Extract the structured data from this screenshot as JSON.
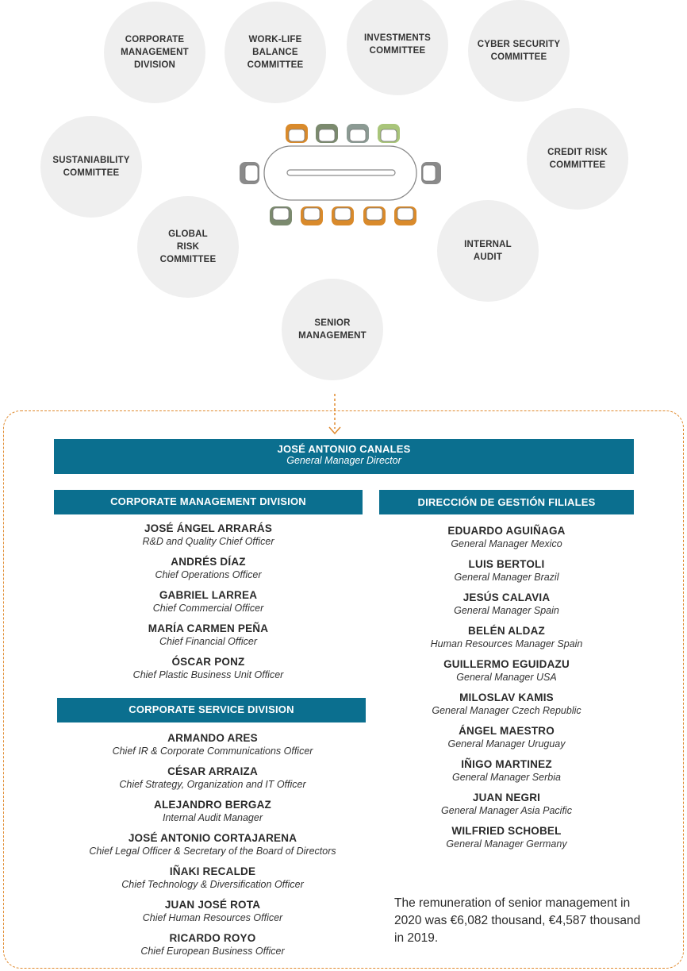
{
  "committees": [
    {
      "name": "corporate-management-division-circle",
      "label": "CORPORATE\nMANAGEMENT\nDIVISION"
    },
    {
      "name": "work-life-balance-committee-circle",
      "label": "WORK-LIFE\nBALANCE\nCOMMITTEE"
    },
    {
      "name": "investments-committee-circle",
      "label": "INVESTMENTS\nCOMMITTEE"
    },
    {
      "name": "cyber-security-committee-circle",
      "label": "CYBER SECURITY\nCOMMITTEE"
    },
    {
      "name": "sustainability-committee-circle",
      "label": "SUSTANIABILITY\nCOMMITTEE"
    },
    {
      "name": "credit-risk-committee-circle",
      "label": "CREDIT RISK\nCOMMITTEE"
    },
    {
      "name": "global-risk-committee-circle",
      "label": "GLOBAL\nRISK\nCOMMITTEE"
    },
    {
      "name": "internal-audit-circle",
      "label": "INTERNAL\nAUDIT"
    },
    {
      "name": "senior-management-circle",
      "label": "SENIOR\nMANAGEMENT"
    }
  ],
  "chair_colors": [
    "#d98a2b",
    "#7b8a6e",
    "#8b9a93",
    "#a9c57a",
    "#8a8a8a"
  ],
  "head": {
    "name": "JOSÉ ANTONIO CANALES",
    "role": "General Manager Director"
  },
  "corporate_management": {
    "title": "CORPORATE MANAGEMENT DIVISION",
    "people": [
      {
        "name": "JOSÉ ÁNGEL ARRARÁS",
        "role": "R&D and Quality Chief Officer"
      },
      {
        "name": "ANDRÉS DÍAZ",
        "role": "Chief Operations Officer"
      },
      {
        "name": "GABRIEL LARREA",
        "role": "Chief Commercial Officer"
      },
      {
        "name": "MARÍA CARMEN PEÑA",
        "role": "Chief Financial Officer"
      },
      {
        "name": "ÓSCAR PONZ",
        "role": "Chief Plastic Business Unit Officer"
      }
    ]
  },
  "corporate_service": {
    "title": "CORPORATE SERVICE DIVISION",
    "people": [
      {
        "name": "ARMANDO ARES",
        "role": "Chief IR & Corporate Communications Officer"
      },
      {
        "name": "CÉSAR ARRAIZA",
        "role": "Chief Strategy, Organization and IT Officer"
      },
      {
        "name": "ALEJANDRO BERGAZ",
        "role": "Internal Audit Manager"
      },
      {
        "name": "JOSÉ ANTONIO CORTAJARENA",
        "role": "Chief Legal Officer & Secretary of the Board of Directors"
      },
      {
        "name": "IÑAKI RECALDE",
        "role": "Chief Technology & Diversification Officer"
      },
      {
        "name": "JUAN JOSÉ ROTA",
        "role": "Chief Human Resources Officer"
      },
      {
        "name": "RICARDO ROYO",
        "role": "Chief European Business Officer"
      }
    ]
  },
  "subsidiaries": {
    "title": "DIRECCIÓN DE GESTIÓN FILIALES",
    "people": [
      {
        "name": "EDUARDO AGUIÑAGA",
        "role": "General Manager Mexico"
      },
      {
        "name": "LUIS BERTOLI",
        "role": "General Manager Brazil"
      },
      {
        "name": "JESÚS CALAVIA",
        "role": "General Manager Spain"
      },
      {
        "name": "BELÉN ALDAZ",
        "role": "Human Resources Manager Spain"
      },
      {
        "name": "GUILLERMO EGUIDAZU",
        "role": "General Manager USA"
      },
      {
        "name": "MILOSLAV KAMIS",
        "role": "General Manager Czech Republic"
      },
      {
        "name": "ÁNGEL MAESTRO",
        "role": "General Manager Uruguay"
      },
      {
        "name": "IÑIGO MARTINEZ",
        "role": "General Manager Serbia"
      },
      {
        "name": "JUAN NEGRI",
        "role": "General Manager Asia Pacific"
      },
      {
        "name": "WILFRIED SCHOBEL",
        "role": "General Manager Germany"
      }
    ]
  },
  "remuneration_note": "The remuneration of senior management in 2020 was €6,082 thousand, €4,587 thousand in 2019."
}
